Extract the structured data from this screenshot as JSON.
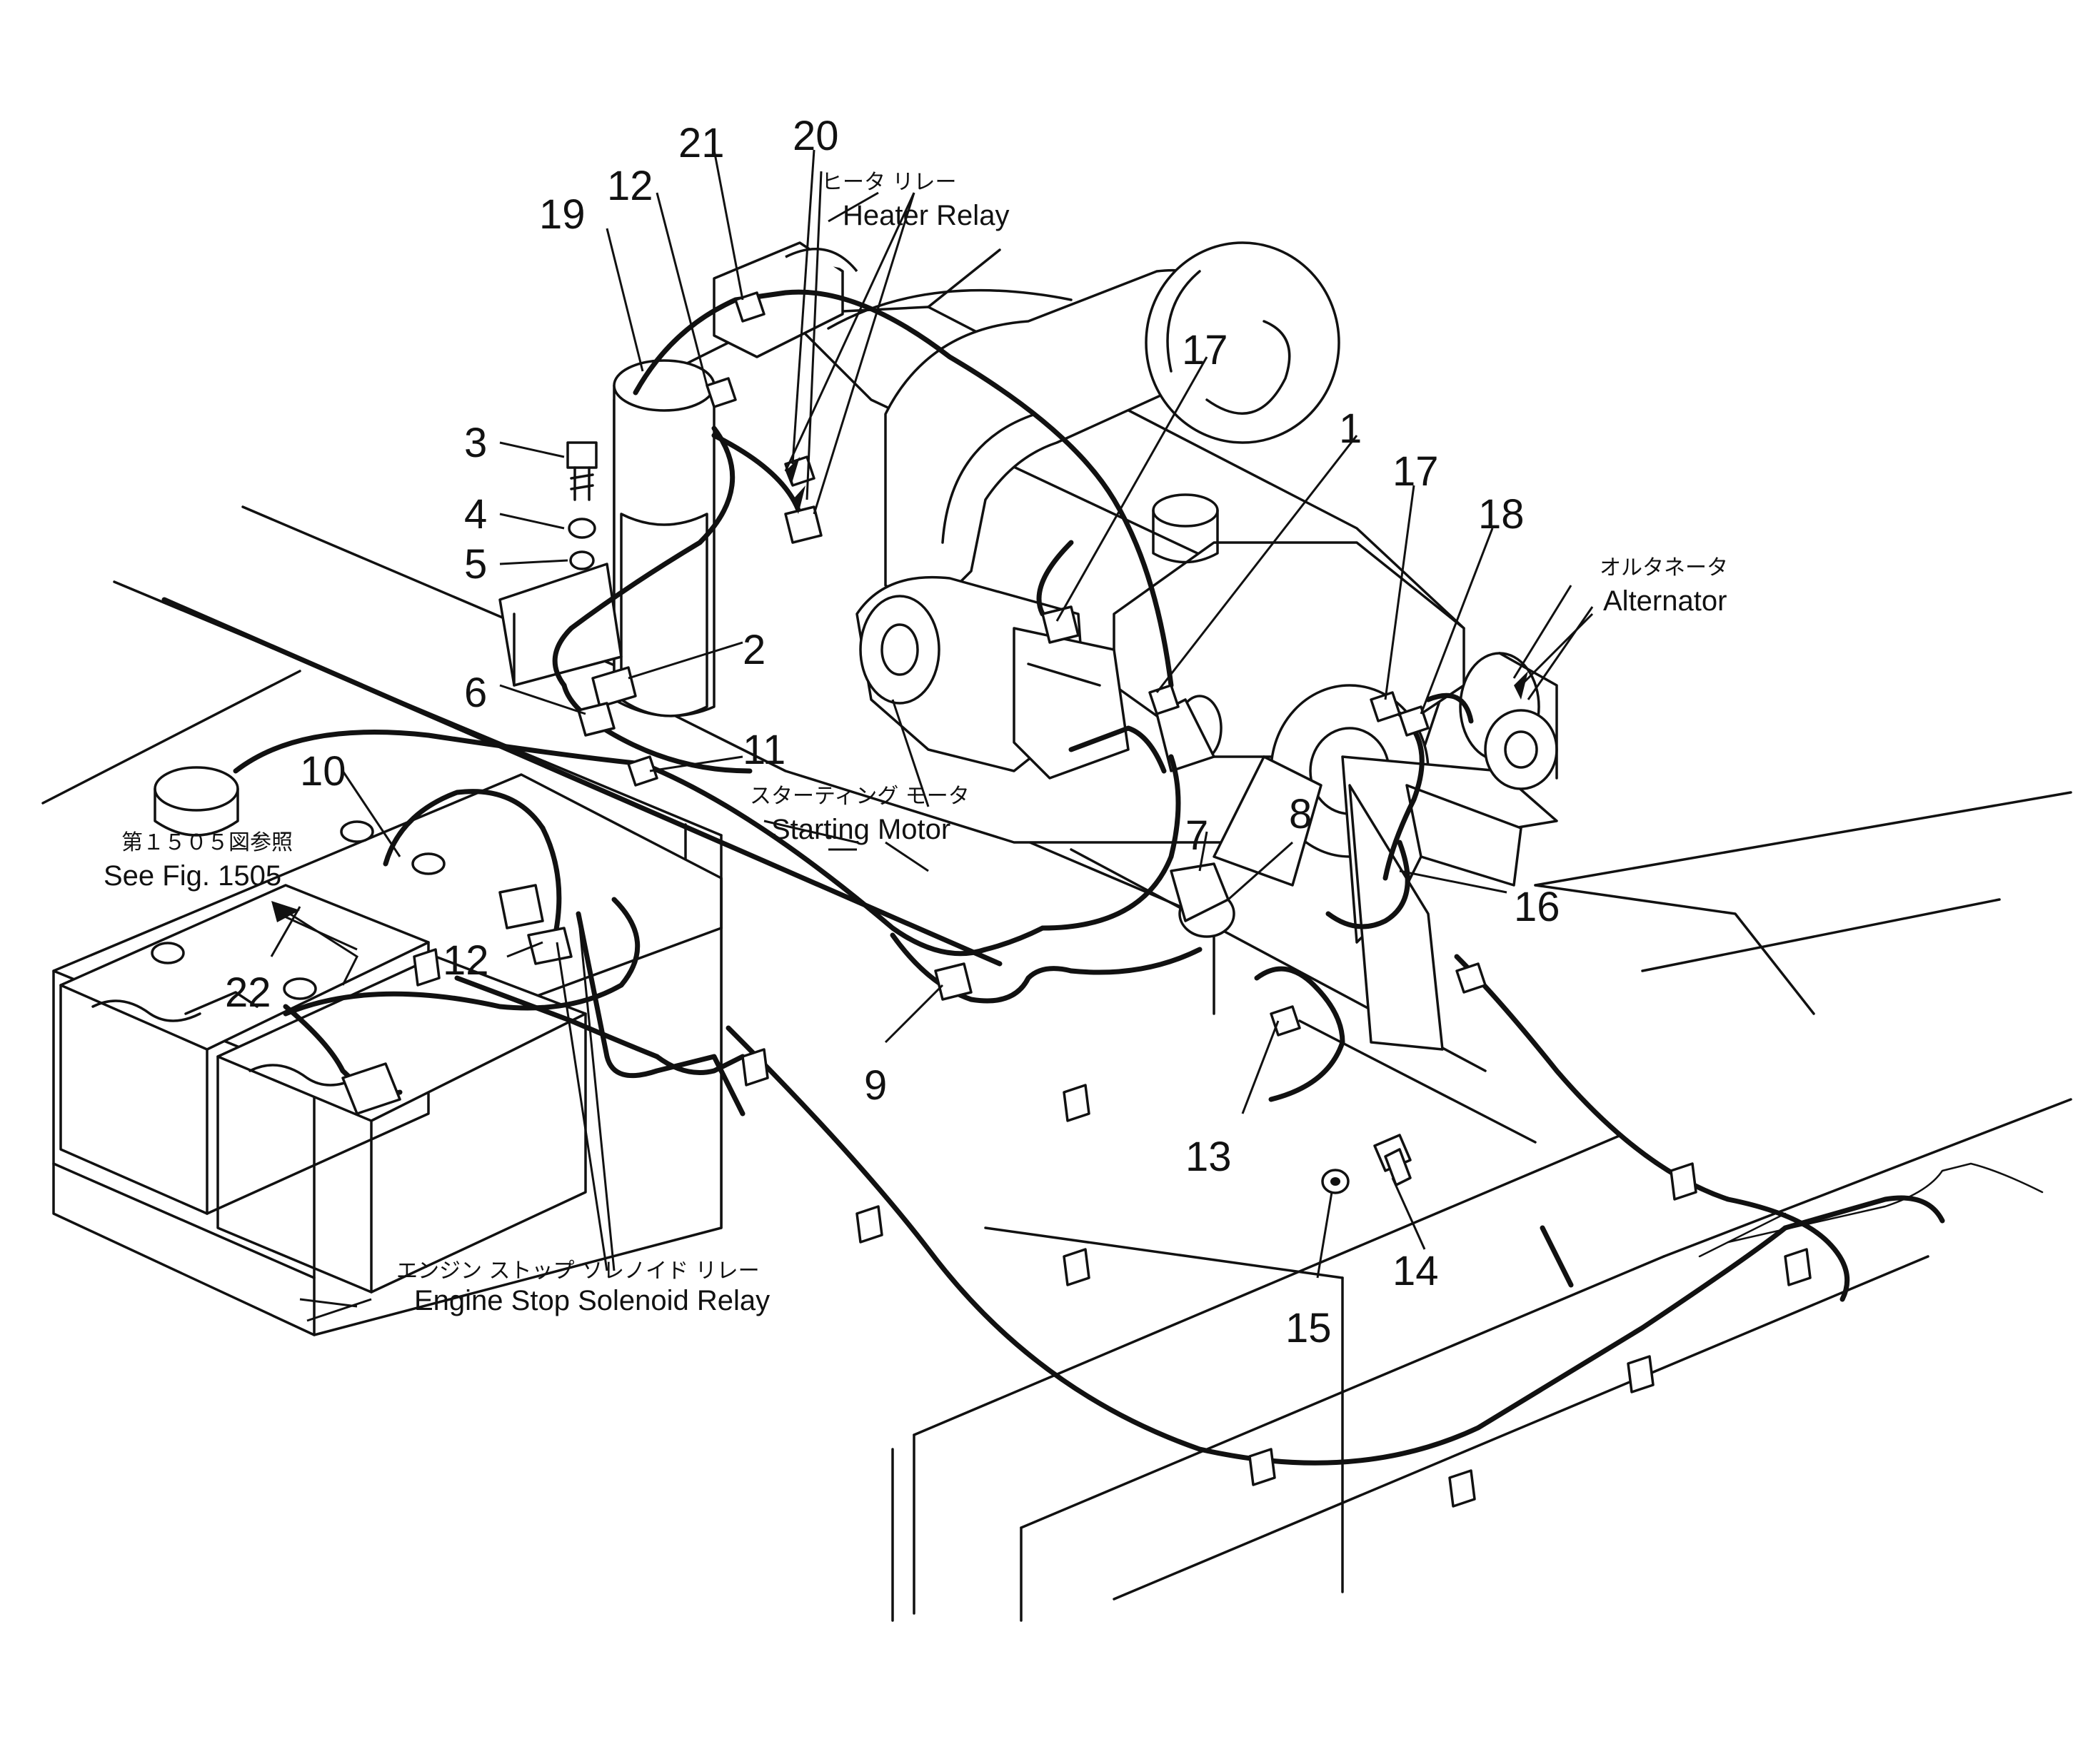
{
  "part_numbers": {
    "n1": "1",
    "n2": "2",
    "n3": "3",
    "n4": "4",
    "n5": "5",
    "n6": "6",
    "n7": "7",
    "n8": "8",
    "n9": "9",
    "n10": "10",
    "n11": "11",
    "n12a": "12",
    "n12b": "12",
    "n13": "13",
    "n14": "14",
    "n15": "15",
    "n16": "16",
    "n17a": "17",
    "n17b": "17",
    "n18": "18",
    "n19": "19",
    "n20": "20",
    "n21": "21",
    "n22": "22"
  },
  "callouts": {
    "heater_relay_jp": "ヒータ リレー",
    "heater_relay_en": "Heater Relay",
    "alternator_jp": "オルタネータ",
    "alternator_en": "Alternator",
    "starting_motor_jp": "スターティング モータ",
    "starting_motor_en": "Starting Motor",
    "see_fig_jp": "第１５０５図参照",
    "see_fig_en": "See Fig. 1505",
    "engine_stop_jp": "エンジン ストップ ソレノイド リレー",
    "engine_stop_en": "Engine Stop Solenoid Relay"
  }
}
